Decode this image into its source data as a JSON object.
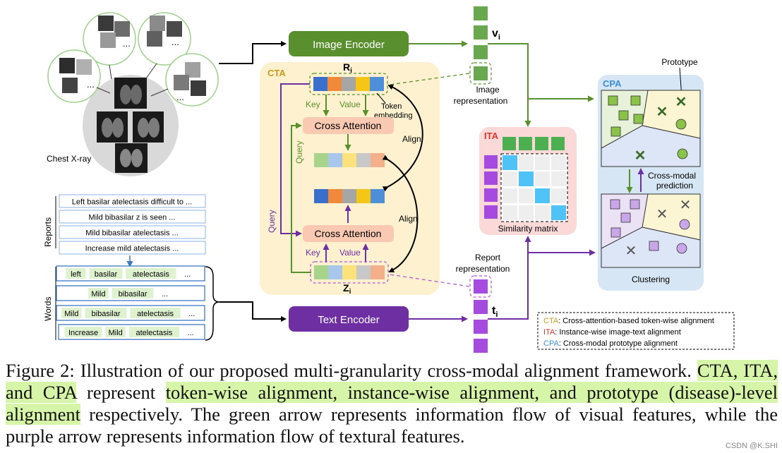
{
  "labels": {
    "chest_xray": "Chest X-ray",
    "image_encoder": "Image Encoder",
    "text_encoder": "Text Encoder",
    "v_i": "v",
    "v_sub": "i",
    "t_i": "t",
    "t_sub": "i",
    "image_rep_1": "Image",
    "image_rep_2": "representation",
    "report_rep_1": "Report",
    "report_rep_2": "representation",
    "cta": "CTA",
    "ita": "ITA",
    "cpa": "CPA",
    "r_i": "R",
    "r_sub": "i",
    "z_i": "Z",
    "z_sub": "i",
    "key": "Key",
    "value": "Value",
    "query": "Query",
    "token_emb_1": "Token",
    "token_emb_2": "embedding",
    "cross_attention": "Cross Attention",
    "align": "Align",
    "similarity_matrix": "Similarity matrix",
    "prototype": "Prototype",
    "cross_modal_1": "Cross-modal",
    "cross_modal_2": "prediction",
    "clustering": "Clustering",
    "reports": "Reports",
    "words": "Words",
    "ellipsis": "..."
  },
  "reports": [
    "Left basilar atelectasis difficult to ...",
    "Mild bibasilar z is seen ...",
    "Mild bibasilar atelectasis ...",
    "Increase mild atelectasis ..."
  ],
  "words": [
    [
      "left",
      "basilar",
      "atelectasis",
      "..."
    ],
    [
      "Mild",
      "bibasilar",
      "..."
    ],
    [
      "Mild",
      "bibasilar",
      "atelectasis",
      "..."
    ],
    [
      "Increase",
      "Mild",
      "atelectasis",
      "..."
    ]
  ],
  "legend": [
    {
      "abbr": "CTA",
      "text": ":  Cross-attention-based token-wise alignment",
      "color": "#c99a1a"
    },
    {
      "abbr": "ITA",
      "text": ": Instance-wise image-text alignment",
      "color": "#e0352b"
    },
    {
      "abbr": "CPA",
      "text": ": Cross-modal prototype alignment",
      "color": "#3a8fd6"
    }
  ],
  "caption": {
    "p1": "Figure 2: Illustration of our proposed multi-granularity cross-modal alignment framework. ",
    "h1": "CTA, ITA, and CPA",
    "p2": " represent ",
    "h2": "token-wise alignment, instance-wise alignment, and prototype (disease)-level alignment",
    "p3": " respectively. The green arrow represents information flow of visual features, while the purple arrow represents information flow of textural features."
  },
  "watermark": "CSDN @K.SHI",
  "colors": {
    "green": "#5a8f2e",
    "purple": "#6d2fa1",
    "token_green": "#6aa84f",
    "token_purple": "#a64be0",
    "cta_bg": "#fdf1cf",
    "ita_bg": "#fbd9d9",
    "cpa_bg": "#d6e6f5"
  }
}
